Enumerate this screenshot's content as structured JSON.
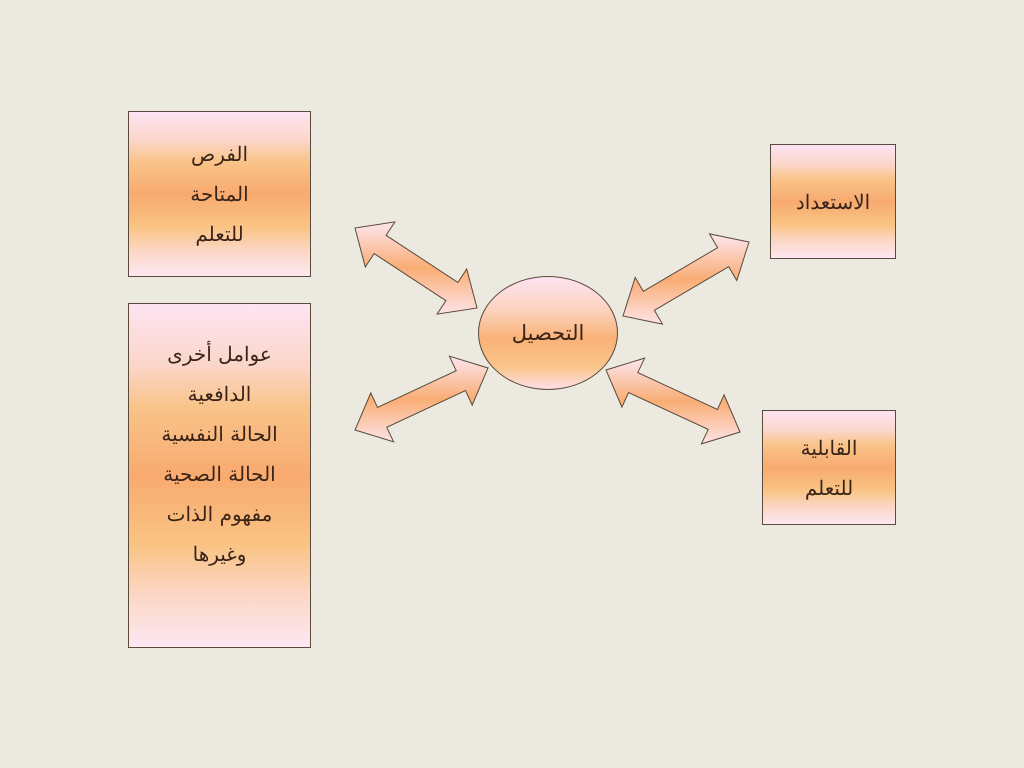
{
  "center": {
    "label": "التحصيل"
  },
  "boxes": {
    "opportunities": {
      "lines": [
        "الفرص",
        "المتاحة",
        "للتعلم"
      ]
    },
    "other_factors": {
      "lines": [
        "عوامل أخرى",
        "الدافعية",
        "الحالة النفسية",
        "الحالة الصحية",
        "مفهوم الذات",
        "وغيرها"
      ]
    },
    "readiness": {
      "lines": [
        "الاستعداد"
      ]
    },
    "aptitude": {
      "lines": [
        "القابلية",
        "للتعلم"
      ]
    }
  },
  "colors": {
    "background": "#eceae0",
    "box_border": "#5a4a3a",
    "arrow_fill": "#f9b07a",
    "text": "#3a2418"
  }
}
